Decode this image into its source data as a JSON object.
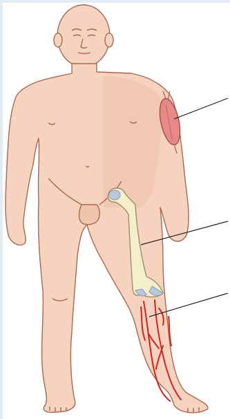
{
  "figure": {
    "subject": "human-body",
    "callouts": [
      {
        "target": "arm-muscle",
        "label": ""
      },
      {
        "target": "femur-bone",
        "label": ""
      },
      {
        "target": "leg-blood-vessels",
        "label": ""
      }
    ]
  },
  "colors": {
    "skin": "#f6d3bf",
    "skin_shade": "#e9b79f",
    "outline": "#a8684e",
    "muscle": "#e58a88",
    "muscle_dark": "#c7605f",
    "bone": "#f4eeca",
    "bone_outline": "#9a8f6a",
    "cartilage": "#b9c9dd",
    "vessel": "#d9211c",
    "leader_line": "#222222"
  }
}
